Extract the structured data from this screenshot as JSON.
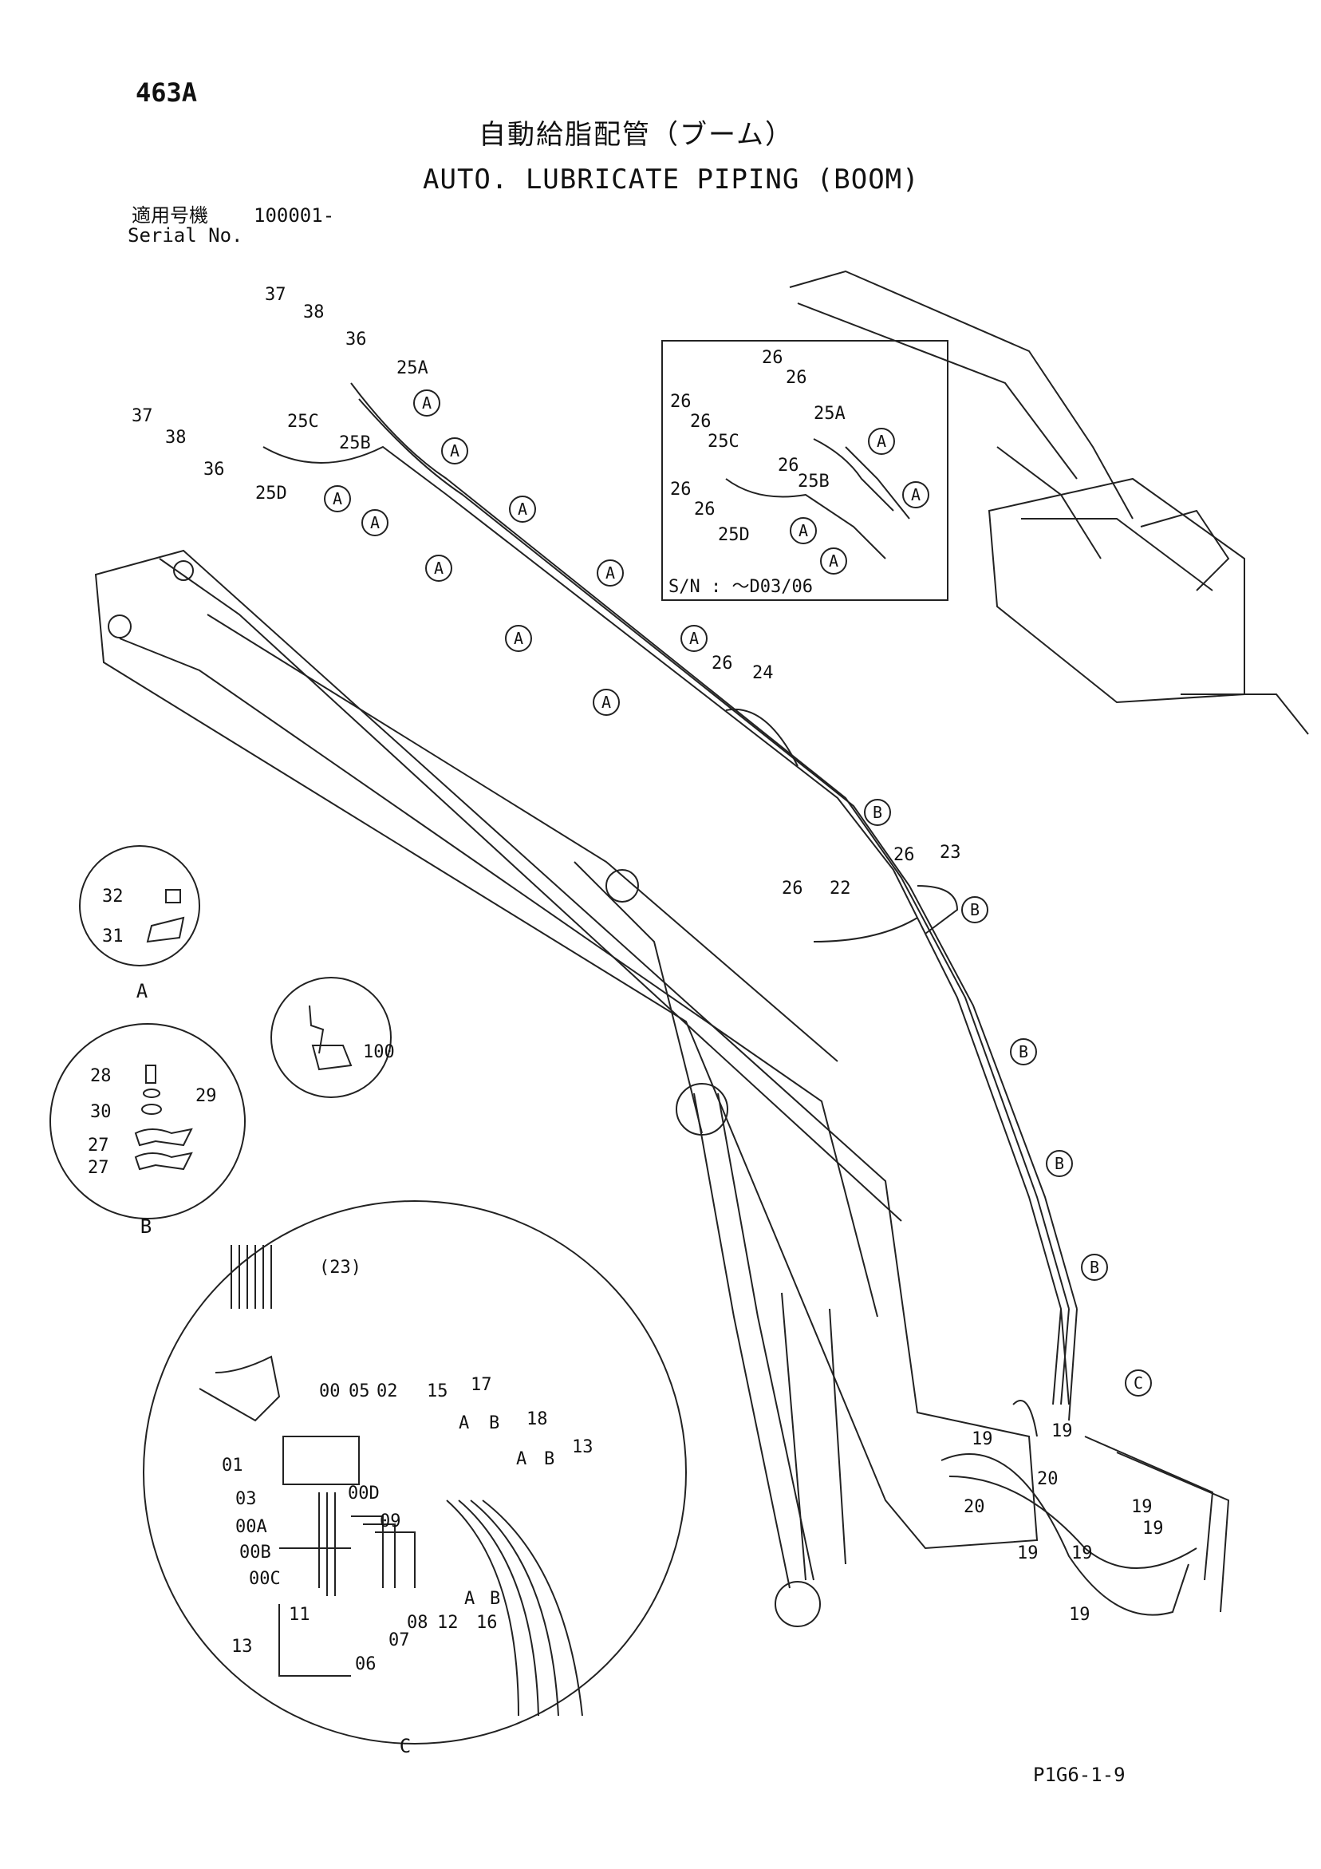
{
  "header": {
    "page_number": "463A",
    "title_japanese": "自動給脂配管（ブーム）",
    "title_english": "AUTO. LUBRICATE PIPING (BOOM)",
    "serial_label_japanese": "適用号機",
    "serial_value": "100001-",
    "serial_label_english": "Serial No."
  },
  "inset": {
    "serial_note": "S/N : ～D03/06"
  },
  "callouts": {
    "a": "A",
    "b": "B",
    "c": "C"
  },
  "detail_views": {
    "a": "A",
    "b": "B",
    "c": "C"
  },
  "part_labels": {
    "p37": "37",
    "p38": "38",
    "p36": "36",
    "p25A": "25A",
    "p25B": "25B",
    "p25C": "25C",
    "p25D": "25D",
    "p26": "26",
    "p24": "24",
    "p23": "23",
    "p22": "22",
    "p19": "19",
    "p20": "20",
    "p32": "32",
    "p31": "31",
    "p28": "28",
    "p29": "29",
    "p30": "30",
    "p27": "27",
    "p100": "100",
    "p23paren": "(23)",
    "p00": "00",
    "p05": "05",
    "p02": "02",
    "p15": "15",
    "p17": "17",
    "p18": "18",
    "p13": "13",
    "p01": "01",
    "p03": "03",
    "p00D": "00D",
    "p09": "09",
    "p00A": "00A",
    "p00B": "00B",
    "p00C": "00C",
    "p11": "11",
    "p06": "06",
    "p07": "07",
    "p08": "08",
    "p12": "12",
    "p16": "16",
    "pA": "A",
    "pB": "B"
  },
  "footer": {
    "drawing_code": "P1G6-1-9"
  }
}
